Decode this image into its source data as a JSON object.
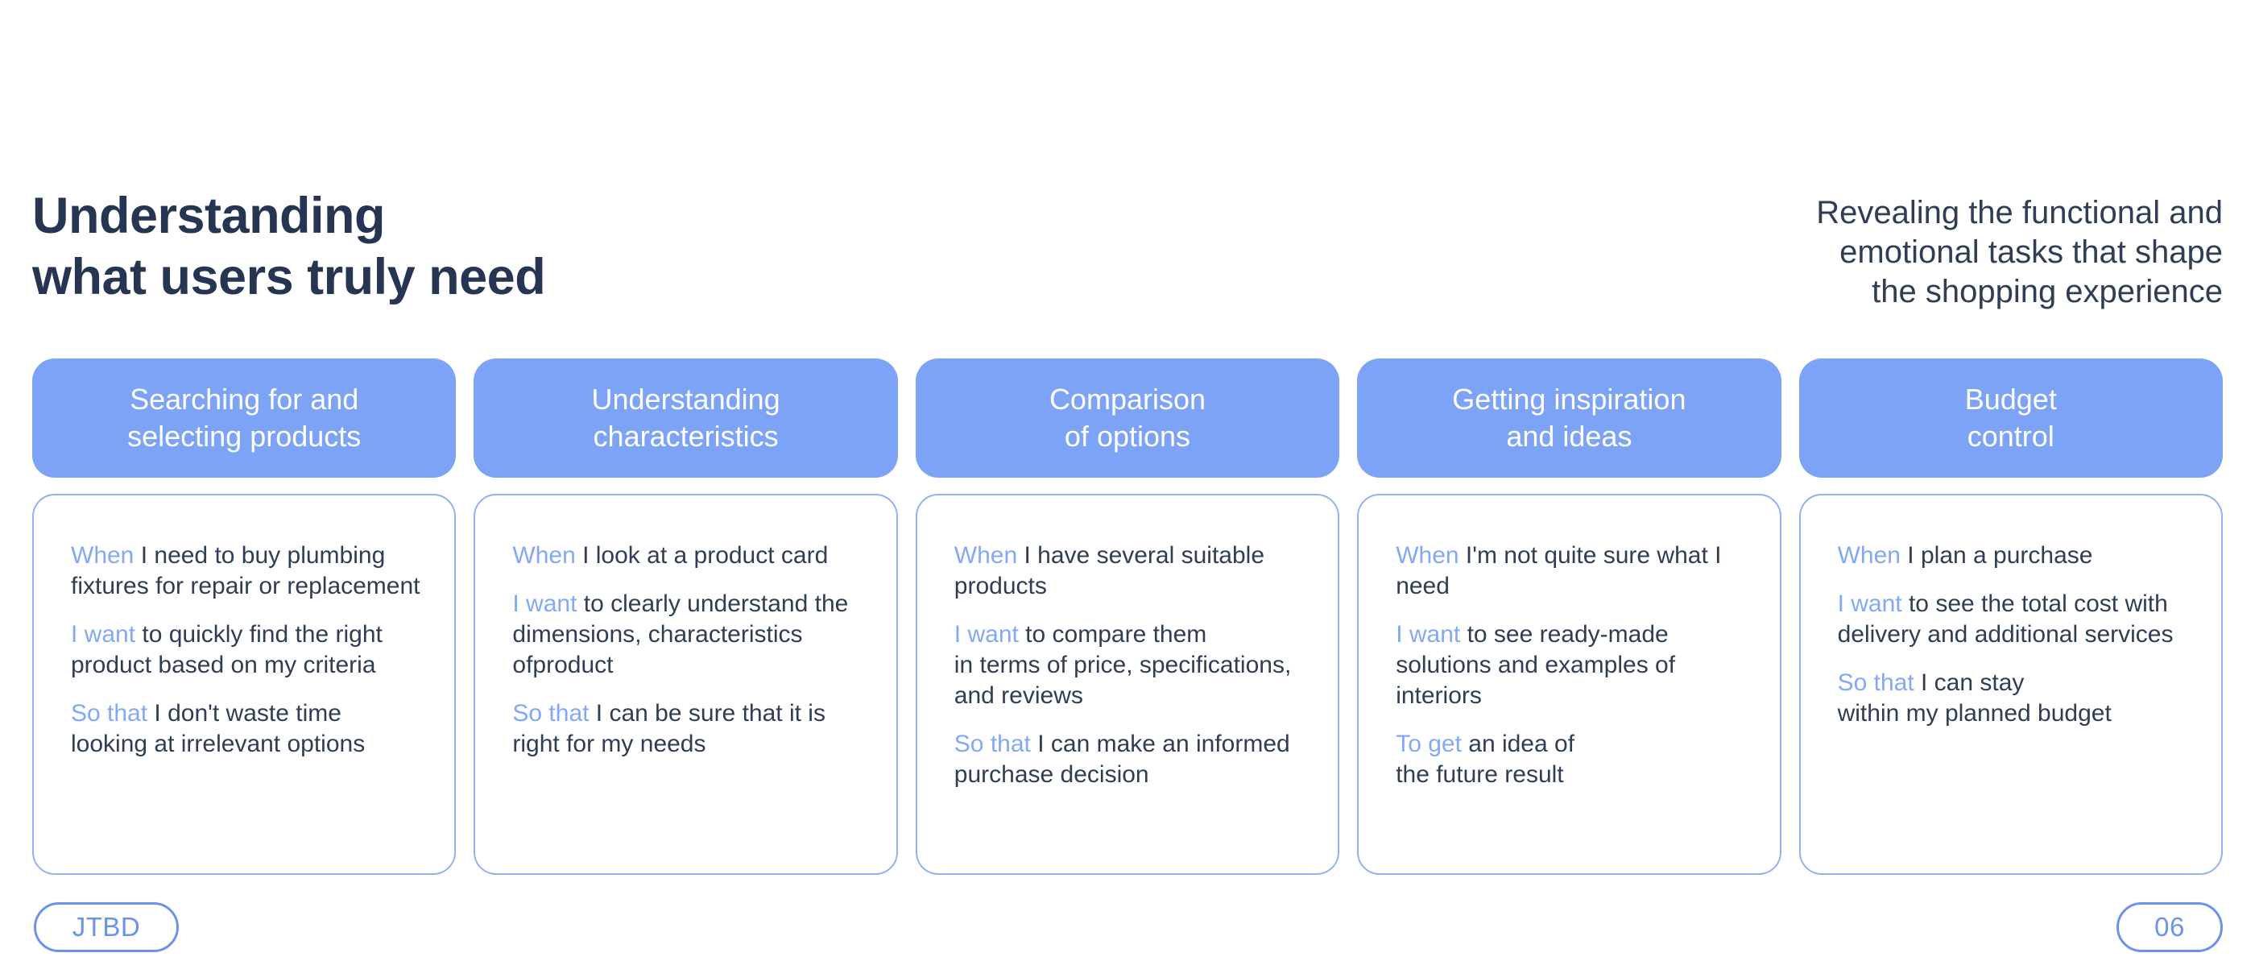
{
  "slide": {
    "title": "Understanding\nwhat users truly need",
    "subtitle": "Revealing the functional and\nemotional tasks that shape\nthe shopping experience",
    "footer": {
      "left_badge": "JTBD",
      "right_badge": "06"
    }
  },
  "colors": {
    "background": "#FFFFFF",
    "accent": "#7CA3F5",
    "keyword": "#83A8F7",
    "card-border": "#91B1F6",
    "badge": "#6B93EE",
    "title-text": "#263551",
    "body-text": "#2F3D55",
    "pill-text": "#FFFFFF"
  },
  "columns": [
    {
      "header": "Searching for and\nselecting products",
      "paragraphs": [
        {
          "keyword": "When",
          "text": " I need to buy plumbing fixtures for repair or replacement"
        },
        {
          "keyword": "I want",
          "text": " to quickly find the right product based on my criteria"
        },
        {
          "keyword": "So that",
          "text": " I don't waste time looking at irrelevant options"
        }
      ]
    },
    {
      "header": "Understanding\ncharacteristics",
      "paragraphs": [
        {
          "keyword": "When",
          "text": " I look at a product card"
        },
        {
          "keyword": "I want",
          "text": " to clearly understand the dimensions, characteristics ofproduct"
        },
        {
          "keyword": "So that",
          "text": " I can be sure that it is right for my needs"
        }
      ]
    },
    {
      "header": "Comparison\nof options",
      "paragraphs": [
        {
          "keyword": "When",
          "text": " I have several suitable products"
        },
        {
          "keyword": "I want",
          "text": " to compare them\nin terms of price, specifications, and reviews"
        },
        {
          "keyword": "So that",
          "text": " I can make an informed purchase decision"
        }
      ]
    },
    {
      "header": "Getting inspiration\nand ideas",
      "paragraphs": [
        {
          "keyword": "When",
          "text": " I'm not quite sure what I need"
        },
        {
          "keyword": "I want",
          "text": " to see ready-made solutions and examples of interiors"
        },
        {
          "keyword": "To get",
          "text": " an idea of\nthe future result"
        }
      ]
    },
    {
      "header": "Budget\ncontrol",
      "paragraphs": [
        {
          "keyword": "When",
          "text": " I plan a purchase"
        },
        {
          "keyword": "I want",
          "text": " to see the total cost with delivery and additional services"
        },
        {
          "keyword": "So that",
          "text": " I can stay\nwithin my planned budget"
        }
      ]
    }
  ]
}
